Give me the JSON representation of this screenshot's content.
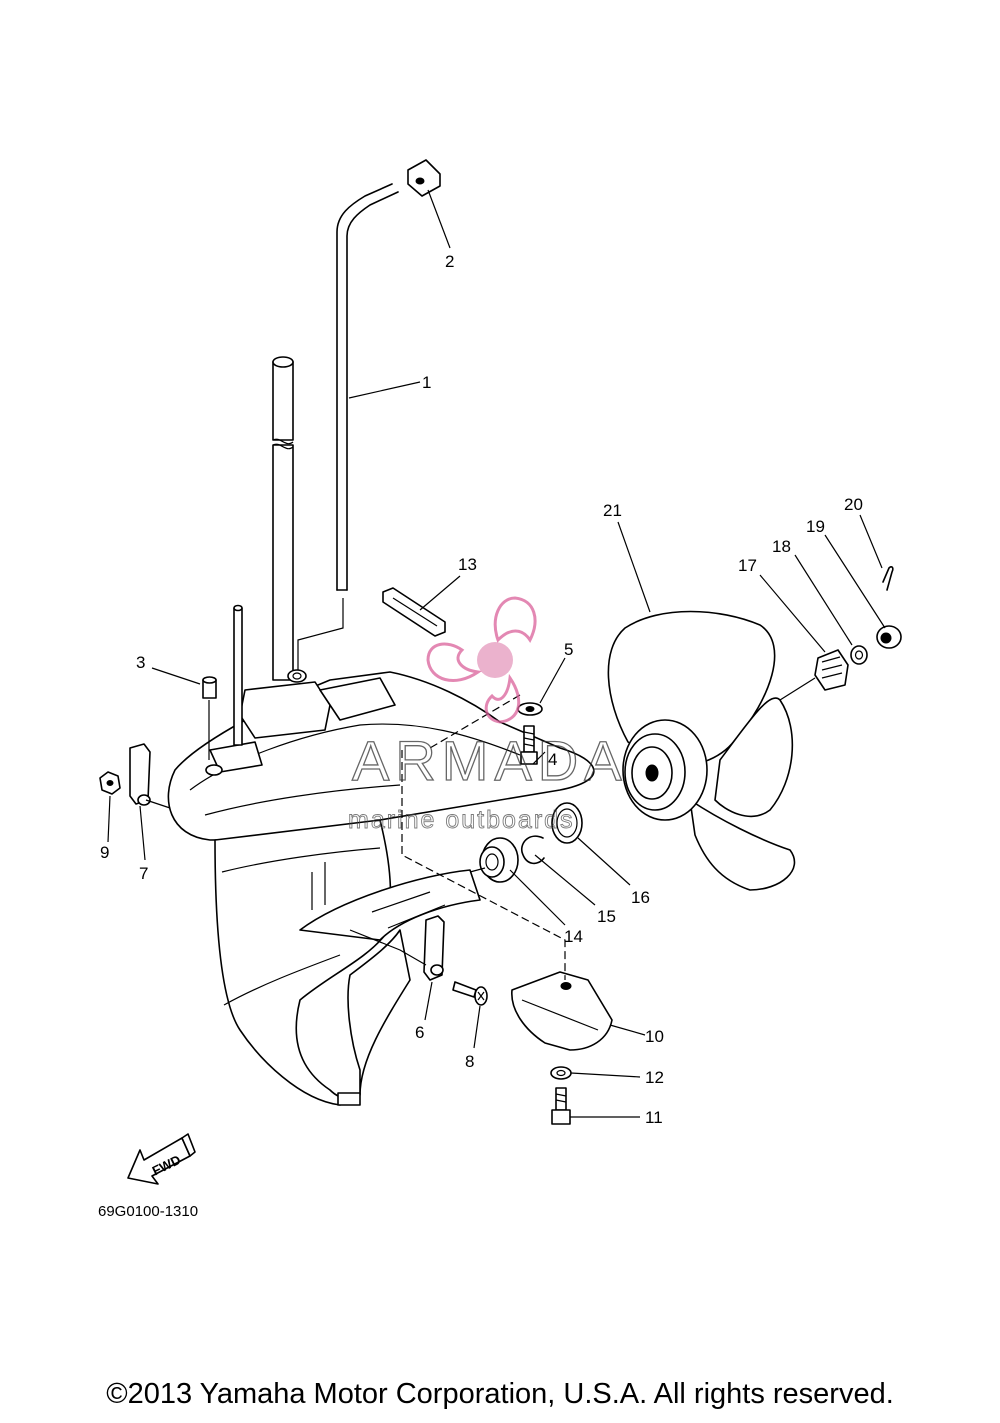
{
  "diagram_code": "69G0100-1310",
  "fwd_label": "FWD",
  "watermark": {
    "brand": "ARMADA",
    "tagline": "marine outboards",
    "accent_color": "#e8a5c4",
    "accent_color_dark": "#d9609a"
  },
  "copyright": "©2013 Yamaha Motor Corporation, U.S.A. All rights reserved.",
  "callouts": [
    "1",
    "2",
    "3",
    "4",
    "5",
    "6",
    "7",
    "8",
    "9",
    "10",
    "11",
    "12",
    "13",
    "14",
    "15",
    "16",
    "17",
    "18",
    "19",
    "20",
    "21"
  ]
}
